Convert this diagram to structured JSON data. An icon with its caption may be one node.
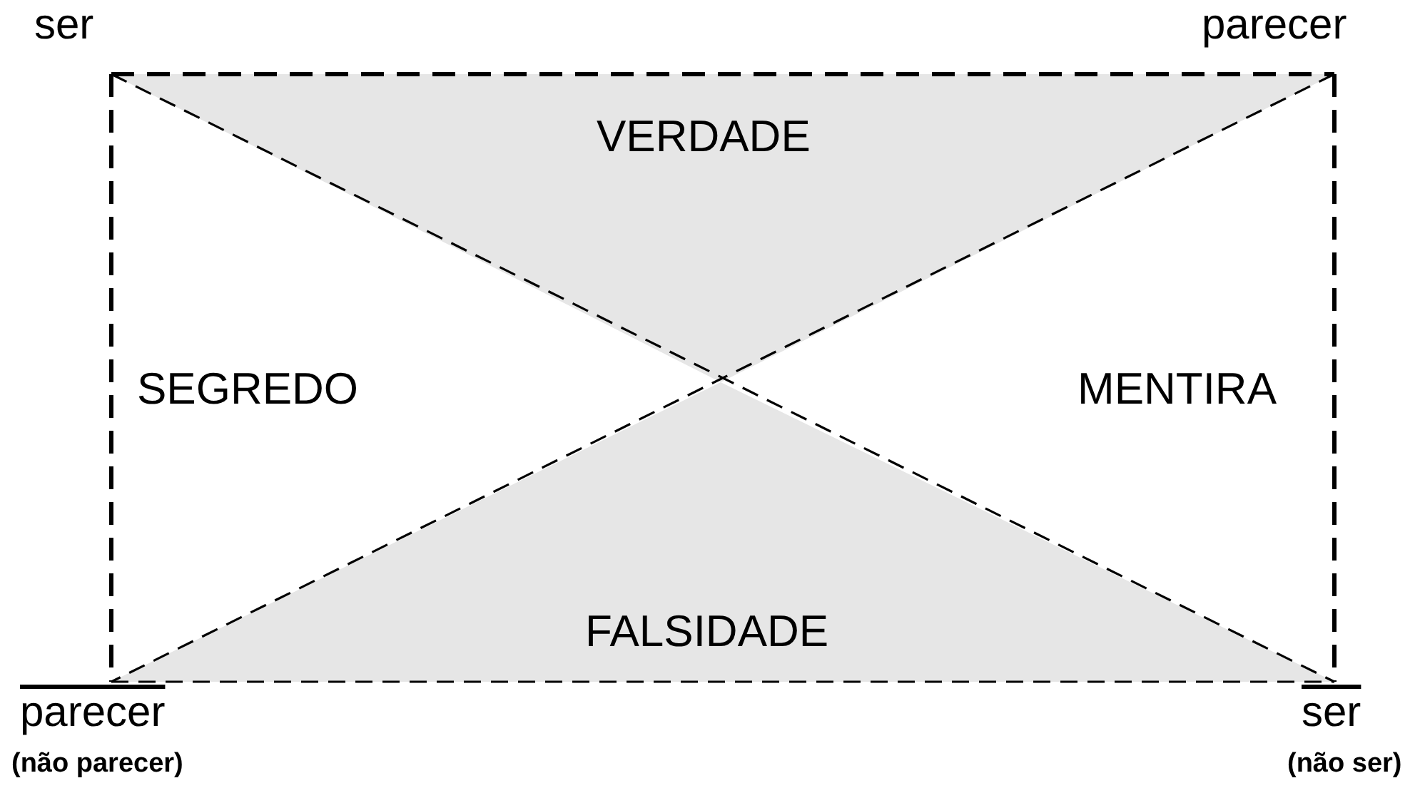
{
  "diagram": {
    "nodes": [
      {
        "text": [
          "ser"
        ]
      },
      {
        "text": [
          "parecer"
        ]
      },
      {
        "text": [
          "parecer",
          "(não parecer)"
        ]
      },
      {
        "text": [
          "ser",
          "(não ser)"
        ]
      }
    ],
    "edges": [
      {
        "from": 0,
        "to": 1,
        "arrow": "none",
        "style": "dashed"
      },
      {
        "from": 0,
        "to": 2,
        "arrow": "none",
        "style": "dashed"
      },
      {
        "from": 1,
        "to": 3,
        "arrow": "none",
        "style": "dashed"
      },
      {
        "from": 2,
        "to": 3,
        "arrow": "none",
        "style": "dashed"
      },
      {
        "from": 0,
        "to": 3,
        "arrow": "none",
        "style": "dashed"
      },
      {
        "from": 1,
        "to": 2,
        "arrow": "none",
        "style": "dashed"
      }
    ],
    "labels": [
      "VERDADE",
      "SEGREDO",
      "MENTIRA",
      "FALSIDADE"
    ]
  }
}
